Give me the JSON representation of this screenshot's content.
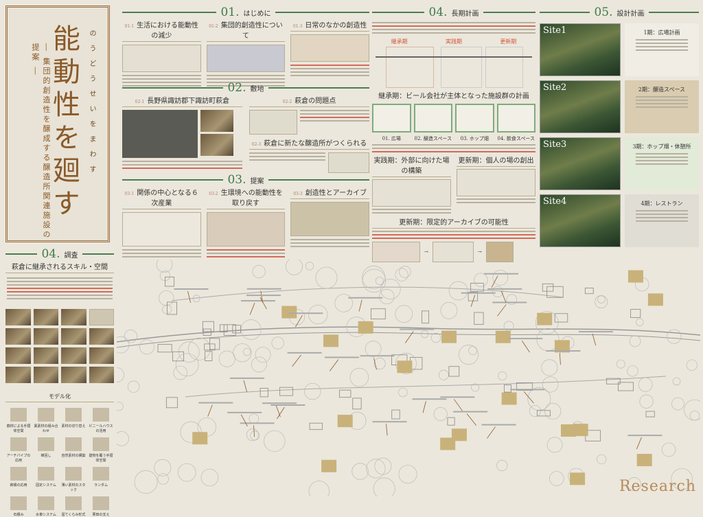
{
  "title": {
    "main": "能動性を廻す",
    "ruby": "のうどうせいをまわす",
    "subtitle": "― 集団的創造性を醸成する醸造所関連施設の提案 ―"
  },
  "s01": {
    "num": "01.",
    "label": "はじめに",
    "subs": [
      "生活における能動性の減少",
      "集団的創造性について",
      "日常のなかの創造性"
    ],
    "sub_nums": [
      "01-1",
      "01-2",
      "01-3"
    ]
  },
  "s02": {
    "num": "02.",
    "label": "敷地",
    "subs": [
      "長野県諏訪郡下諏訪町萩倉",
      "萩倉の問題点",
      "萩倉に新たな醸造所がつくられる"
    ],
    "sub_nums": [
      "02-1",
      "02-2",
      "02-3"
    ]
  },
  "s03": {
    "num": "03.",
    "label": "提案",
    "subs": [
      "関係の中心となる６次産業",
      "生環境への能動性を取り戻す",
      "創造性とアーカイブ"
    ],
    "sub_nums": [
      "03-1",
      "03-2",
      "03-3"
    ]
  },
  "s04plan": {
    "num": "04.",
    "label": "長期計画",
    "phases": [
      "継承期",
      "実践期",
      "更新期"
    ],
    "h1": "継承期：ビール会社が主体となった施設群の計画",
    "cards": [
      "01. 広場",
      "02. 醸造スペース",
      "03. ホップ畑",
      "04. 飲食スペース"
    ],
    "h2": "実践期：外部に向けた場の構築",
    "h3": "更新期：個人の場の創出",
    "h4": "更新期：限定的アーカイブの可能性",
    "arrow": "→"
  },
  "s05": {
    "num": "05.",
    "label": "設計計画",
    "sites": [
      "Site1",
      "Site2",
      "Site3",
      "Site4"
    ],
    "captions": [
      "1期：広場計画",
      "2期：醸造スペース",
      "3期：ホップ畑・休憩所",
      "4期：レストラン"
    ]
  },
  "s04survey": {
    "num": "04.",
    "label": "調査",
    "sub": "萩倉に継承されるスキル・空間",
    "model_title": "モデル化",
    "models": [
      "廃材による手摺体空間",
      "異素材の組み合わせ",
      "素材の切り替え",
      "ビニールハウスの活用",
      "アーチパイプの応用",
      "梯回し",
      "自然素材の構築",
      "建物を覆う手摺体空間",
      "薪積の応用",
      "固定システム",
      "薄い素材のスタック",
      "ランダム",
      "石積み",
      "水車システム",
      "留てくらみ形式",
      "栗田の支え"
    ]
  },
  "footer": "Research"
}
